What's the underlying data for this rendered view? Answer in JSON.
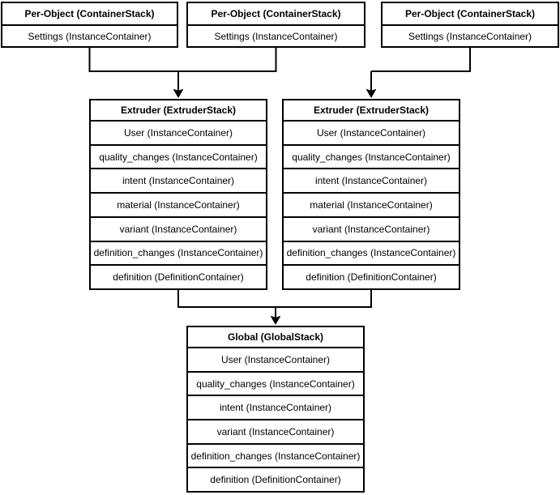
{
  "diagram": {
    "colors": {
      "background": "#ffffff",
      "stroke": "#000000",
      "text": "#000000"
    },
    "per_object_stacks": [
      {
        "title": "Per-Object (ContainerStack)",
        "rows": [
          "Settings (InstanceContainer)"
        ]
      },
      {
        "title": "Per-Object (ContainerStack)",
        "rows": [
          "Settings (InstanceContainer)"
        ]
      },
      {
        "title": "Per-Object (ContainerStack)",
        "rows": [
          "Settings (InstanceContainer)"
        ]
      }
    ],
    "extruder_stacks": [
      {
        "title": "Extruder (ExtruderStack)",
        "rows": [
          "User (InstanceContainer)",
          "quality_changes (InstanceContainer)",
          "intent (InstanceContainer)",
          "material (InstanceContainer)",
          "variant (InstanceContainer)",
          "definition_changes (InstanceContainer)",
          "definition (DefinitionContainer)"
        ]
      },
      {
        "title": "Extruder (ExtruderStack)",
        "rows": [
          "User (InstanceContainer)",
          "quality_changes (InstanceContainer)",
          "intent (InstanceContainer)",
          "material (InstanceContainer)",
          "variant (InstanceContainer)",
          "definition_changes (InstanceContainer)",
          "definition (DefinitionContainer)"
        ]
      }
    ],
    "global_stack": {
      "title": "Global (GlobalStack)",
      "rows": [
        "User (InstanceContainer)",
        "quality_changes (InstanceContainer)",
        "intent (InstanceContainer)",
        "variant (InstanceContainer)",
        "definition_changes (InstanceContainer)",
        "definition (DefinitionContainer)"
      ]
    }
  }
}
